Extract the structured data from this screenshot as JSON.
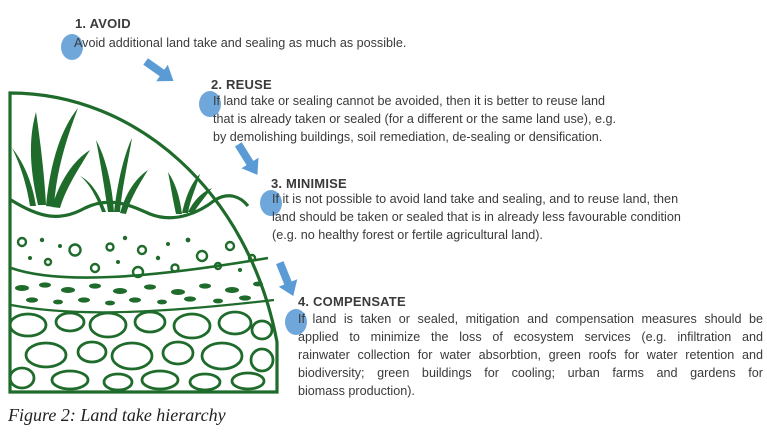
{
  "steps": [
    {
      "title": "1.  AVOID",
      "lines": [
        "Avoid additional land take and sealing as much as possible."
      ]
    },
    {
      "title": "2.  REUSE",
      "lines": [
        "If land take or sealing cannot be avoided, then it is better to reuse land",
        "that is already taken or sealed (for a different or the same land use), e.g.",
        "by demolishing buildings, soil remediation, de-sealing or densification."
      ]
    },
    {
      "title": "3. MINIMISE",
      "lines": [
        "If it is not possible to avoid land take and sealing, and to reuse land, then",
        "land should be taken or sealed that is in already less favourable condition",
        "(e.g. no healthy forest or fertile agricultural land)."
      ]
    },
    {
      "title": "4. COMPENSATE",
      "lines": [
        "If land is taken or sealed, mitigation and compensation measures should be",
        "applied to minimize the loss of ecosystem services (e.g. infiltration and",
        "rainwater collection for water absorbtion, green roofs for water retention and",
        "biodiversity; green buildings for cooling; urban farms and gardens for",
        "biomass production)."
      ]
    }
  ],
  "caption": "Figure 2: Land take hierarchy",
  "colors": {
    "soil_green": "#1f6b2b",
    "arrow_blue": "#5b9bd5",
    "marker_blue": "#5b9bd5",
    "text": "#3a3a3a"
  },
  "icons": [
    "soil-layers-illustration",
    "grass-blades-icon",
    "down-right-arrow-icon",
    "bullet-marker-icon"
  ]
}
